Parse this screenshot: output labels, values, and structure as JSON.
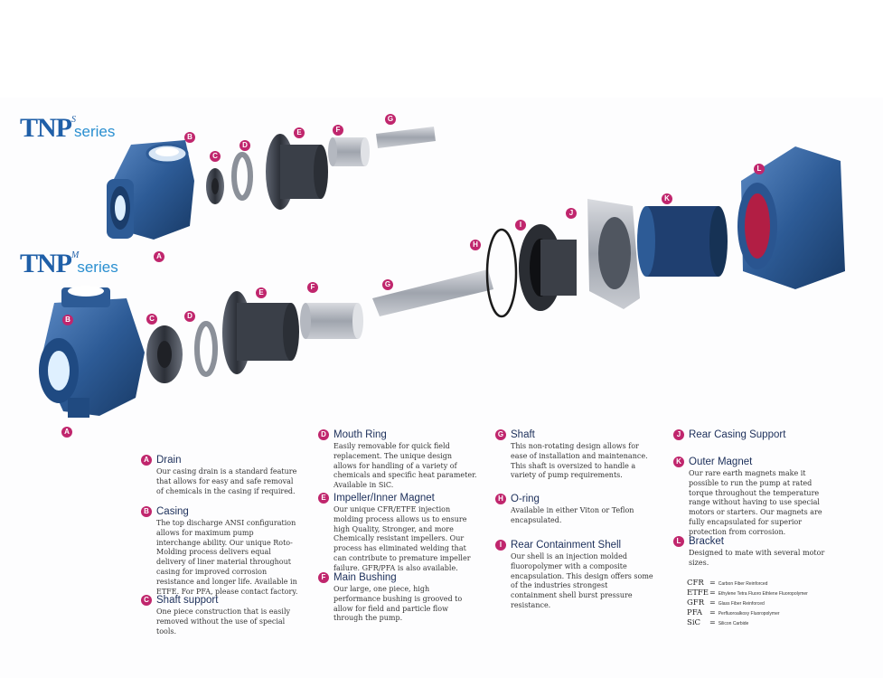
{
  "series": [
    {
      "name": "TNP",
      "superscript": "S",
      "suffix": "series"
    },
    {
      "name": "TNP",
      "superscript": "M",
      "suffix": "series"
    }
  ],
  "markers": {
    "a": "A",
    "b": "B",
    "c": "C",
    "d": "D",
    "e": "E",
    "f": "F",
    "g": "G",
    "h": "H",
    "i": "I",
    "j": "J",
    "k": "K",
    "l": "L"
  },
  "legend": [
    {
      "letter": "A",
      "title": "Drain",
      "desc": "Our casing drain is a standard feature that allows for easy and safe removal of chemicals in the casing if required."
    },
    {
      "letter": "B",
      "title": "Casing",
      "desc": "The top discharge ANSI configuration allows for maximum pump interchange ability. Our unique Roto-Molding process delivers equal delivery of liner material throughout casing for improved corrosion resistance and longer life. Available in ETFE. For PFA, please contact factory."
    },
    {
      "letter": "C",
      "title": "Shaft support",
      "desc": "One piece construction that is easily removed without the use of special tools."
    },
    {
      "letter": "D",
      "title": "Mouth Ring",
      "desc": "Easily removable for quick field replacement. The unique design allows for handling of a variety of chemicals and specific heat parameter. Available in SiC."
    },
    {
      "letter": "E",
      "title": "Impeller/Inner Magnet",
      "desc": "Our unique CFR/ETFE injection molding process allows us to ensure high Quality, Stronger, and more Chemically resistant impellers. Our process has eliminated welding that can contribute to premature impeller failure. GFR/PFA is also available."
    },
    {
      "letter": "F",
      "title": "Main Bushing",
      "desc": "Our large, one piece, high performance bushing is grooved to allow for field and particle flow through the pump."
    },
    {
      "letter": "G",
      "title": "Shaft",
      "desc": "This non-rotating design allows for ease of installation and maintenance. This shaft is oversized to handle a variety of pump requirements."
    },
    {
      "letter": "H",
      "title": "O-ring",
      "desc": "Available in either Viton or Teflon encapsulated."
    },
    {
      "letter": "I",
      "title": "Rear Containment Shell",
      "desc": "Our shell is an injection molded fluoropolymer with a composite encapsulation. This design offers some of the industries strongest containment shell burst pressure resistance."
    },
    {
      "letter": "J",
      "title": "Rear Casing Support",
      "desc": ""
    },
    {
      "letter": "K",
      "title": "Outer Magnet",
      "desc": "Our rare earth magnets make it possible to run the pump at rated torque throughout the temperature range without having to use special motors or starters. Our magnets are fully encapsulated for superior protection from corrosion."
    },
    {
      "letter": "L",
      "title": "Bracket",
      "desc": "Designed to mate with several motor sizes."
    }
  ],
  "abbreviations": [
    {
      "code": "CFR",
      "eq": "=",
      "def": "Carbon Fiber Reinforced"
    },
    {
      "code": "ETFE",
      "eq": "=",
      "def": "Ethylene Tetra Fluoro Ethlene Fluoropolymer"
    },
    {
      "code": "GFR",
      "eq": "=",
      "def": "Glass Fiber Reinforced"
    },
    {
      "code": "PFA",
      "eq": "=",
      "def": "Perfluoroalkoxy Fluoropolymer"
    },
    {
      "code": "SiC",
      "eq": "=",
      "def": "Silicon Carbide"
    }
  ],
  "colors": {
    "title_blue": "#1f5fa8",
    "marker_magenta": "#c0266d",
    "part_blue": "#2f5f9c"
  }
}
